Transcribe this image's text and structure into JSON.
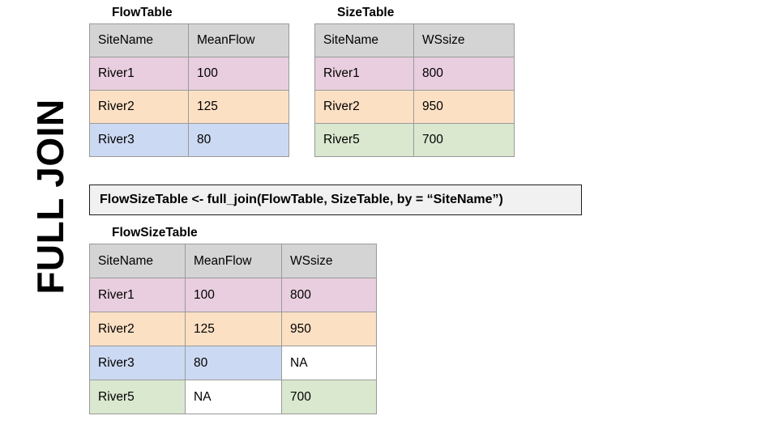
{
  "section": {
    "label": "FULL JOIN"
  },
  "colors": {
    "header_fill": "#d4d4d4",
    "row_pink": "#e8cede",
    "row_peach": "#fce0c4",
    "row_blue": "#ccd9f2",
    "row_green": "#d9e8cf",
    "row_white": "#ffffff",
    "border": "#9a9a9a",
    "formula_box_fill": "#f1f1f1",
    "formula_box_border": "#1d1d1d",
    "text": "#000000"
  },
  "flow_table": {
    "caption": "FlowTable",
    "columns": [
      "SiteName",
      "MeanFlow"
    ],
    "rows": [
      {
        "cells": [
          "River1",
          "100"
        ],
        "fill": "pink"
      },
      {
        "cells": [
          "River2",
          "125"
        ],
        "fill": "peach"
      },
      {
        "cells": [
          "River3",
          "80"
        ],
        "fill": "blue"
      }
    ]
  },
  "size_table": {
    "caption": "SizeTable",
    "columns": [
      "SiteName",
      "WSsize"
    ],
    "rows": [
      {
        "cells": [
          "River1",
          "800"
        ],
        "fill": "pink"
      },
      {
        "cells": [
          "River2",
          "950"
        ],
        "fill": "peach"
      },
      {
        "cells": [
          "River5",
          "700"
        ],
        "fill": "green"
      }
    ]
  },
  "formula": {
    "text": "FlowSizeTable <- full_join(FlowTable, SizeTable, by = “SiteName”)"
  },
  "result_table": {
    "caption": "FlowSizeTable",
    "columns": [
      "SiteName",
      "MeanFlow",
      "WSsize"
    ],
    "rows": [
      {
        "cells": [
          "River1",
          "100",
          "800"
        ],
        "fills": [
          "pink",
          "pink",
          "pink"
        ]
      },
      {
        "cells": [
          "River2",
          "125",
          "950"
        ],
        "fills": [
          "peach",
          "peach",
          "peach"
        ]
      },
      {
        "cells": [
          "River3",
          "80",
          "NA"
        ],
        "fills": [
          "blue",
          "blue",
          "white"
        ]
      },
      {
        "cells": [
          "River5",
          "NA",
          "700"
        ],
        "fills": [
          "green",
          "white",
          "green"
        ]
      }
    ]
  }
}
